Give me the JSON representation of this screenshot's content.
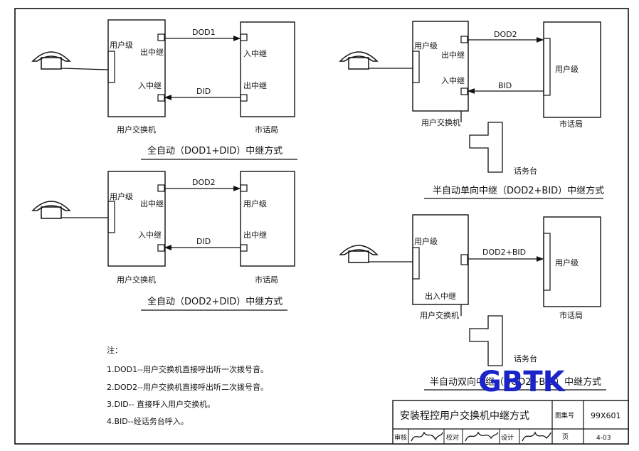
{
  "labels": {
    "user_pbx": "用户交换机",
    "local_office": "市话局",
    "subscriber_stage": "用户级",
    "trunk_out": "出中继",
    "trunk_in": "入中继",
    "trunk_in_out": "出入中继",
    "operator_desk": "话务台"
  },
  "signals": {
    "dod1": "DOD1",
    "dod2": "DOD2",
    "did": "DID",
    "bid": "BID",
    "dod2_bid": "DOD2+BID"
  },
  "captions": {
    "d1": "全自动（DOD1+DID）中继方式",
    "d2": "全自动（DOD2+DID）中继方式",
    "d3": "半自动单向中继（DOD2+BID）中继方式",
    "d4": "半自动双向中继（DOD2+BID）中继方式"
  },
  "notes": {
    "heading": "注：",
    "items": [
      "1.DOD1--用户交换机直接呼出听一次拨号音。",
      "2.DOD2--用户交换机直接呼出听二次拨号音。",
      "3.DID--  直接呼入用户交换机。",
      "4.BID--经话务台呼入。"
    ]
  },
  "title_block": {
    "title": "安装程控用户交换机中继方式",
    "atlas_label": "图集号",
    "atlas_number": "99X601",
    "page_label": "页",
    "page_number": "4-03",
    "review_label": "审核",
    "check_label": "校对",
    "design_label": "设计"
  },
  "watermark": "GBTK"
}
